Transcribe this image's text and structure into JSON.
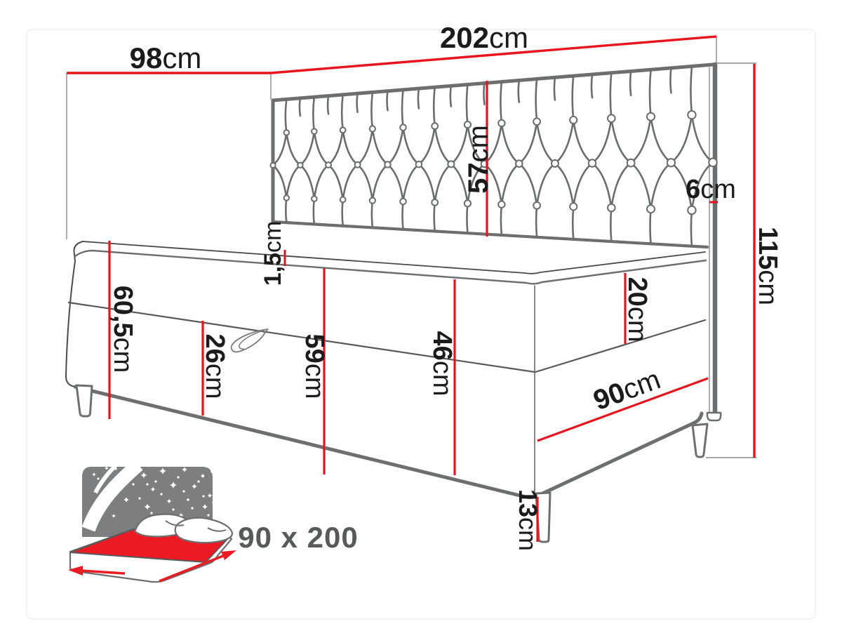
{
  "dims": {
    "d98": {
      "value": "98",
      "unit": "cm"
    },
    "d202": {
      "value": "202",
      "unit": "cm"
    },
    "d57": {
      "value": "57",
      "unit": "cm"
    },
    "d6": {
      "value": "6",
      "unit": "cm"
    },
    "d115": {
      "value": "115",
      "unit": "cm"
    },
    "d15": {
      "value": "1,5",
      "unit": "cm"
    },
    "d605": {
      "value": "60,5",
      "unit": "cm"
    },
    "d26": {
      "value": "26",
      "unit": "cm"
    },
    "d59": {
      "value": "59",
      "unit": "cm"
    },
    "d46": {
      "value": "46",
      "unit": "cm"
    },
    "d20": {
      "value": "20",
      "unit": "cm"
    },
    "d90": {
      "value": "90",
      "unit": "cm"
    },
    "d13": {
      "value": "13",
      "unit": "cm"
    }
  },
  "size_label": {
    "text": "90 x 200"
  },
  "colors": {
    "dimension_red": "#e8141d",
    "outline_gray": "#6d6e70",
    "icon_gray": "#7d7e80",
    "icon_red": "#ec1a23",
    "text_black": "#1b1b1b",
    "size_text_gray": "#58595b"
  }
}
